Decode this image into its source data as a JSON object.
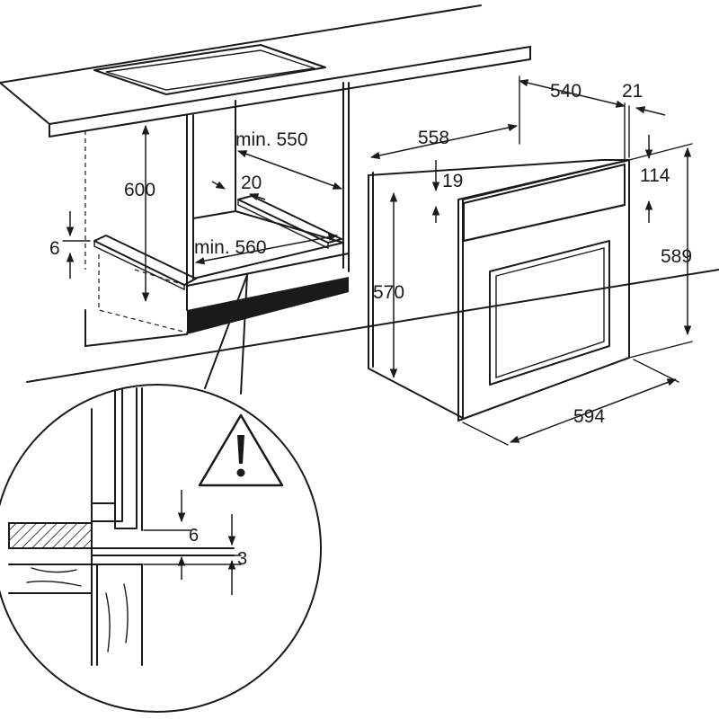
{
  "labels": {
    "cutout_height": "600",
    "cutout_depth_min": "min. 550",
    "rail_offset": "20",
    "cutout_width_min": "min. 560",
    "shelf_gap": "6",
    "oven_depth_total": "558",
    "oven_body_depth": "540",
    "front_thickness": "21",
    "panel_height": "114",
    "body_inset": "19",
    "body_height": "570",
    "front_height": "589",
    "front_width": "594",
    "detail_gap": "6",
    "detail_slab": "3"
  },
  "icons": {
    "warning": "warning-triangle-icon"
  },
  "colors": {
    "line": "#1a1a1a",
    "plinth": "#1a1a1a",
    "background": "#ffffff"
  }
}
